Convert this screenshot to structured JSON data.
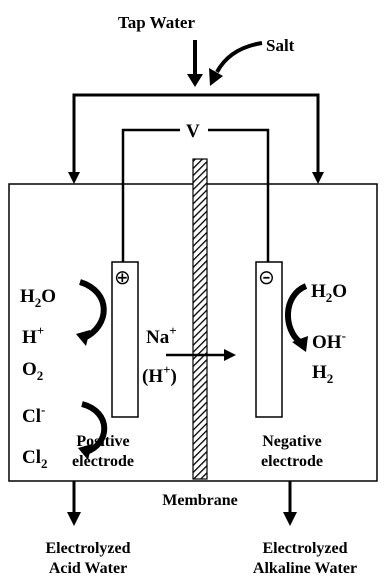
{
  "inputs": {
    "tap_water": "Tap Water",
    "salt": "Salt"
  },
  "voltage": "V",
  "positive_electrode": {
    "symbol": "⊕",
    "label_line1": "Positive",
    "label_line2": "electrode",
    "reactions": [
      {
        "base": "H",
        "sub": "2",
        "rest": "O"
      },
      {
        "base": "H",
        "sup": "+"
      },
      {
        "base": "O",
        "sub": "2"
      },
      {
        "base": "Cl",
        "sup": "-"
      },
      {
        "base": "Cl",
        "sub": "2"
      }
    ]
  },
  "negative_electrode": {
    "symbol": "⊝",
    "label_line1": "Negative",
    "label_line2": "electrode",
    "reactions": [
      {
        "base": "H",
        "sub": "2",
        "rest": "O"
      },
      {
        "base": "OH",
        "sup": "-"
      },
      {
        "base": "H",
        "sub": "2"
      }
    ]
  },
  "ions": {
    "sodium": {
      "base": "Na",
      "sup": "+"
    },
    "hydrogen": {
      "open": "(H",
      "sup": "+",
      "close": ")"
    }
  },
  "membrane_label": "Membrane",
  "outputs": {
    "acid": {
      "line1": "Electrolyzed",
      "line2": "Acid Water"
    },
    "alkaline": {
      "line1": "Electrolyzed",
      "line2": "Alkaline Water"
    }
  },
  "colors": {
    "ink": "#000000",
    "background": "#ffffff"
  }
}
